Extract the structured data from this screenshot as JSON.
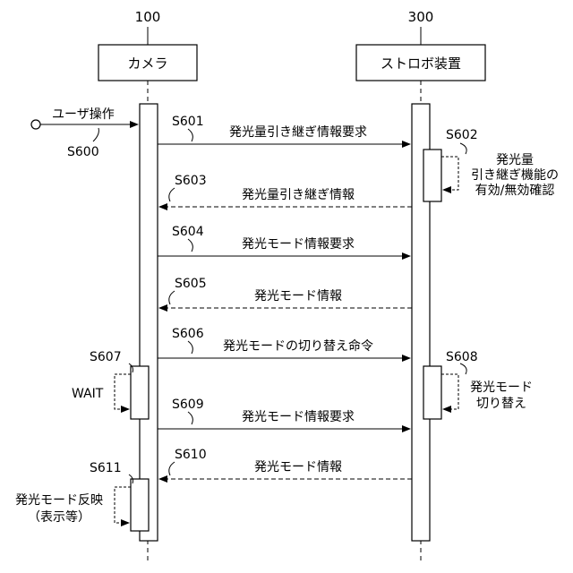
{
  "entities": {
    "camera": {
      "ref": "100",
      "label": "カメラ"
    },
    "strobe": {
      "ref": "300",
      "label": "ストロボ装置"
    }
  },
  "user": {
    "label": "ユーザ操作",
    "step": "S600"
  },
  "messages": [
    {
      "step": "S601",
      "label": "発光量引き継ぎ情報要求"
    },
    {
      "step": "S603",
      "label": "発光量引き継ぎ情報"
    },
    {
      "step": "S604",
      "label": "発光モード情報要求"
    },
    {
      "step": "S605",
      "label": "発光モード情報"
    },
    {
      "step": "S606",
      "label": "発光モードの切り替え命令"
    },
    {
      "step": "S609",
      "label": "発光モード情報要求"
    },
    {
      "step": "S610",
      "label": "発光モード情報"
    }
  ],
  "processes": {
    "s602": {
      "step": "S602",
      "lines": [
        "発光量",
        "引き継ぎ機能の",
        "有効/無効確認"
      ]
    },
    "s607": {
      "step": "S607",
      "lines": [
        "WAIT"
      ]
    },
    "s608": {
      "step": "S608",
      "lines": [
        "発光モード",
        "切り替え"
      ]
    },
    "s611": {
      "step": "S611",
      "lines": [
        "発光モード反映",
        "（表示等）"
      ]
    }
  },
  "colors": {
    "line": "#000000",
    "background": "#ffffff"
  }
}
